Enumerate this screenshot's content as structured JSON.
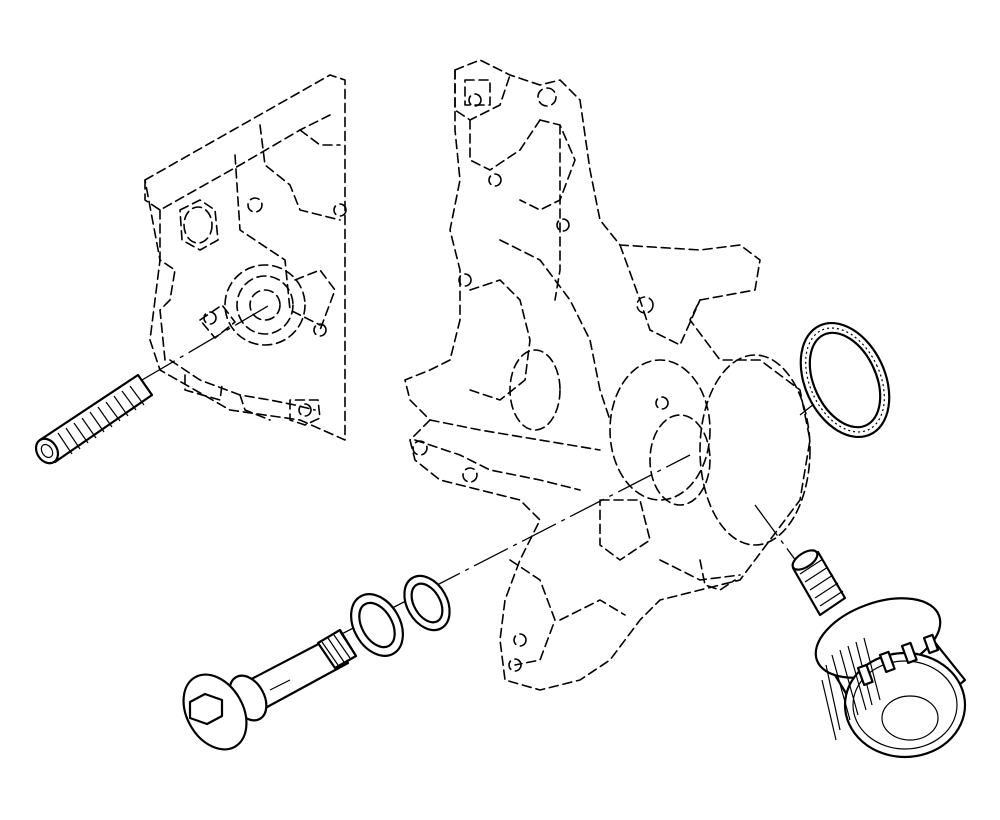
{
  "diagram": {
    "kind": "exploded-view",
    "style": "line-art",
    "line_color": "#000000",
    "background": "#ffffff",
    "components": [
      {
        "name": "block-housing-ghost",
        "icon": "engine-block-icon"
      },
      {
        "name": "oil-filter-adapter-housing-ghost",
        "icon": "housing-icon"
      },
      {
        "name": "threaded-stud",
        "icon": "stud-icon"
      },
      {
        "name": "large-o-ring-seal",
        "icon": "o-ring-icon"
      },
      {
        "name": "filter-nipple",
        "icon": "nipple-icon"
      },
      {
        "name": "oil-filter",
        "icon": "oil-filter-icon"
      },
      {
        "name": "sealing-washer-outer",
        "icon": "washer-icon"
      },
      {
        "name": "sealing-washer-inner",
        "icon": "washer-icon"
      },
      {
        "name": "union-bolt",
        "icon": "bolt-icon"
      }
    ]
  }
}
